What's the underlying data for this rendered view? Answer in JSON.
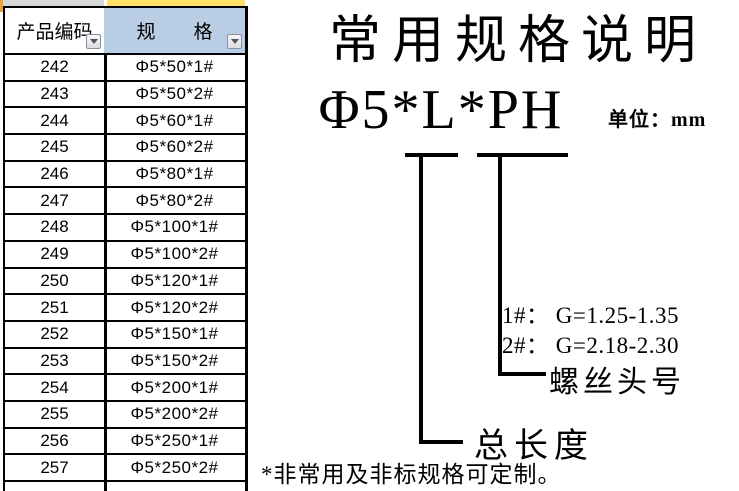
{
  "table": {
    "columns": [
      {
        "label": "产品编码"
      },
      {
        "label": "规　　格"
      }
    ],
    "filter_icon": "chevron-down-icon",
    "rows": [
      {
        "code": "242",
        "spec": "Φ5*50*1#"
      },
      {
        "code": "243",
        "spec": "Φ5*50*2#"
      },
      {
        "code": "244",
        "spec": "Φ5*60*1#"
      },
      {
        "code": "245",
        "spec": "Φ5*60*2#"
      },
      {
        "code": "246",
        "spec": "Φ5*80*1#"
      },
      {
        "code": "247",
        "spec": "Φ5*80*2#"
      },
      {
        "code": "248",
        "spec": "Φ5*100*1#"
      },
      {
        "code": "249",
        "spec": "Φ5*100*2#"
      },
      {
        "code": "250",
        "spec": "Φ5*120*1#"
      },
      {
        "code": "251",
        "spec": "Φ5*120*2#"
      },
      {
        "code": "252",
        "spec": "Φ5*150*1#"
      },
      {
        "code": "253",
        "spec": "Φ5*150*2#"
      },
      {
        "code": "254",
        "spec": "Φ5*200*1#"
      },
      {
        "code": "255",
        "spec": "Φ5*200*2#"
      },
      {
        "code": "256",
        "spec": "Φ5*250*1#"
      },
      {
        "code": "257",
        "spec": "Φ5*250*2#"
      }
    ]
  },
  "diagram": {
    "title": "常用规格说明",
    "formula": "Φ5*L*PH",
    "unit_label": "单位：mm",
    "annotations": {
      "head_spec_1": "1#： G=1.25-1.35",
      "head_spec_2": "2#： G=2.18-2.30",
      "head_label": "螺丝头号",
      "length_label": "总长度",
      "footnote": "*非常用及非标规格可定制。"
    }
  },
  "colors": {
    "header_fill": "#B9CDE5",
    "strip_yellow": "#FFE069",
    "strip_gray": "#D8D8D8",
    "strip_orange": "#EFA135",
    "border_black": "#000000"
  }
}
